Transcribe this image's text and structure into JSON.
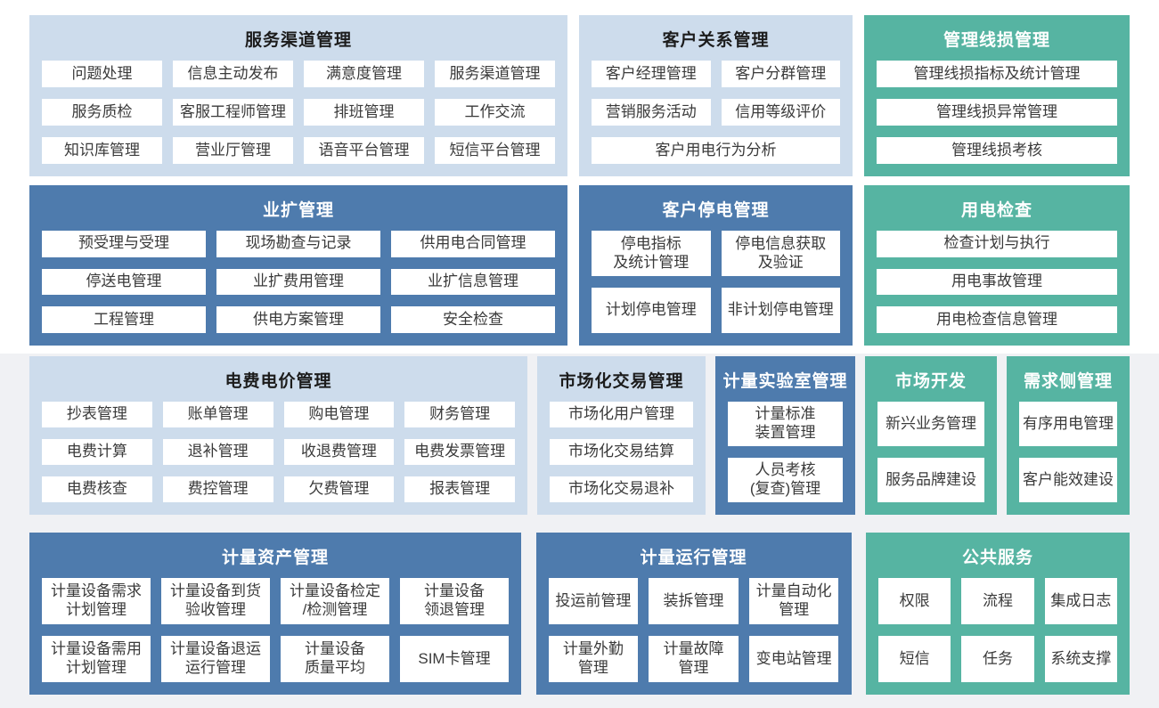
{
  "colors": {
    "light_blue_block": "#cddcec",
    "dark_blue_block": "#4e7bad",
    "teal_block": "#56b4a2",
    "item_background": "#ffffff",
    "item_text": "#3a3a3a",
    "background_top": "#ffffff",
    "background_bottom": "#f0f1f4"
  },
  "sections": [
    {
      "id": "service-channel",
      "title": "服务渠道管理",
      "variant": "light",
      "items": [
        {
          "label": "问题处理"
        },
        {
          "label": "信息主动发布"
        },
        {
          "label": "满意度管理"
        },
        {
          "label": "服务渠道管理"
        },
        {
          "label": "服务质检"
        },
        {
          "label": "客服工程师管理"
        },
        {
          "label": "排班管理"
        },
        {
          "label": "工作交流"
        },
        {
          "label": "知识库管理"
        },
        {
          "label": "营业厅管理"
        },
        {
          "label": "语音平台管理"
        },
        {
          "label": "短信平台管理"
        }
      ]
    },
    {
      "id": "customer-relation",
      "title": "客户关系管理",
      "variant": "light",
      "items": [
        {
          "label": "客户经理管理"
        },
        {
          "label": "客户分群管理"
        },
        {
          "label": "营销服务活动"
        },
        {
          "label": "信用等级评价"
        },
        {
          "label": "客户用电行为分析"
        }
      ]
    },
    {
      "id": "line-loss",
      "title": "管理线损管理",
      "variant": "teal",
      "items": [
        {
          "label": "管理线损指标及统计管理"
        },
        {
          "label": "管理线损异常管理"
        },
        {
          "label": "管理线损考核"
        }
      ]
    },
    {
      "id": "business-expansion",
      "title": "业扩管理",
      "variant": "dark",
      "items": [
        {
          "label": "预受理与受理"
        },
        {
          "label": "现场勘查与记录"
        },
        {
          "label": "供用电合同管理"
        },
        {
          "label": "停送电管理"
        },
        {
          "label": "业扩费用管理"
        },
        {
          "label": "业扩信息管理"
        },
        {
          "label": "工程管理"
        },
        {
          "label": "供电方案管理"
        },
        {
          "label": "安全检查"
        }
      ]
    },
    {
      "id": "customer-outage",
      "title": "客户停电管理",
      "variant": "dark",
      "items": [
        {
          "label": "停电指标\n及统计管理"
        },
        {
          "label": "停电信息获取\n及验证"
        },
        {
          "label": "计划停电管理"
        },
        {
          "label": "非计划停电管理"
        }
      ]
    },
    {
      "id": "power-check",
      "title": "用电检查",
      "variant": "teal",
      "items": [
        {
          "label": "检查计划与执行"
        },
        {
          "label": "用电事故管理"
        },
        {
          "label": "用电检查信息管理"
        }
      ]
    },
    {
      "id": "billing",
      "title": "电费电价管理",
      "variant": "light",
      "items": [
        {
          "label": "抄表管理"
        },
        {
          "label": "账单管理"
        },
        {
          "label": "购电管理"
        },
        {
          "label": "财务管理"
        },
        {
          "label": "电费计算"
        },
        {
          "label": "退补管理"
        },
        {
          "label": "收退费管理"
        },
        {
          "label": "电费发票管理"
        },
        {
          "label": "电费核查"
        },
        {
          "label": "费控管理"
        },
        {
          "label": "欠费管理"
        },
        {
          "label": "报表管理"
        }
      ]
    },
    {
      "id": "market-trade",
      "title": "市场化交易管理",
      "variant": "light",
      "items": [
        {
          "label": "市场化用户管理"
        },
        {
          "label": "市场化交易结算"
        },
        {
          "label": "市场化交易退补"
        }
      ]
    },
    {
      "id": "metering-lab",
      "title": "计量实验室管理",
      "variant": "dark",
      "items": [
        {
          "label": "计量标准\n装置管理"
        },
        {
          "label": "人员考核\n(复查)管理"
        }
      ]
    },
    {
      "id": "market-dev",
      "title": "市场开发",
      "variant": "teal",
      "items": [
        {
          "label": "新兴业务管理"
        },
        {
          "label": "服务品牌建设"
        }
      ]
    },
    {
      "id": "demand-side",
      "title": "需求侧管理",
      "variant": "teal",
      "items": [
        {
          "label": "有序用电管理"
        },
        {
          "label": "客户能效建设"
        }
      ]
    },
    {
      "id": "metering-asset",
      "title": "计量资产管理",
      "variant": "dark",
      "items": [
        {
          "label": "计量设备需求\n计划管理"
        },
        {
          "label": "计量设备到货\n验收管理"
        },
        {
          "label": "计量设备检定\n/检测管理"
        },
        {
          "label": "计量设备\n领退管理"
        },
        {
          "label": "计量设备需用\n计划管理"
        },
        {
          "label": "计量设备退运\n运行管理"
        },
        {
          "label": "计量设备\n质量平均"
        },
        {
          "label": "SIM卡管理"
        }
      ]
    },
    {
      "id": "metering-operation",
      "title": "计量运行管理",
      "variant": "dark",
      "items": [
        {
          "label": "投运前管理"
        },
        {
          "label": "装拆管理"
        },
        {
          "label": "计量自动化\n管理"
        },
        {
          "label": "计量外勤\n管理"
        },
        {
          "label": "计量故障\n管理"
        },
        {
          "label": "变电站管理"
        }
      ]
    },
    {
      "id": "public-service",
      "title": "公共服务",
      "variant": "teal",
      "items": [
        {
          "label": "权限"
        },
        {
          "label": "流程"
        },
        {
          "label": "集成日志"
        },
        {
          "label": "短信"
        },
        {
          "label": "任务"
        },
        {
          "label": "系统支撑"
        }
      ]
    }
  ]
}
